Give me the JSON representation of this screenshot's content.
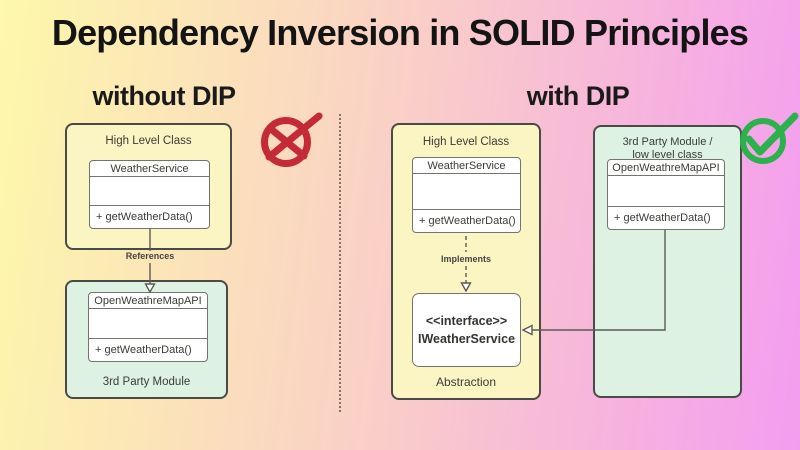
{
  "title": "Dependency Inversion in SOLID Principles",
  "left_panel": {
    "heading": "without DIP",
    "high_level_box": {
      "label": "High Level Class",
      "class_name": "WeatherService",
      "method": "+ getWeatherData()"
    },
    "arrow_label": "References",
    "third_party_box": {
      "class_name": "OpenWeathreMapAPI",
      "method": "+ getWeatherData()",
      "label": "3rd Party Module"
    }
  },
  "right_panel": {
    "heading": "with DIP",
    "high_level_box": {
      "label": "High Level Class",
      "class_name": "WeatherService",
      "method": "+ getWeatherData()"
    },
    "arrow_label": "Implements",
    "interface_box": {
      "stereotype": "<<interface>>",
      "name": "IWeatherService"
    },
    "abstraction_label": "Abstraction",
    "third_party_box": {
      "label_line1": "3rd Party Module /",
      "label_line2": "low level class",
      "class_name": "OpenWeathreMapAPI",
      "method": "+ getWeatherData()"
    }
  },
  "colors": {
    "background_left": "#fdf8ab",
    "background_right": "#f49df0",
    "box_yellow": "#fbf5c3",
    "box_green": "#ddf2e3",
    "cross_red": "#c42b36",
    "check_green": "#2bb24c"
  }
}
